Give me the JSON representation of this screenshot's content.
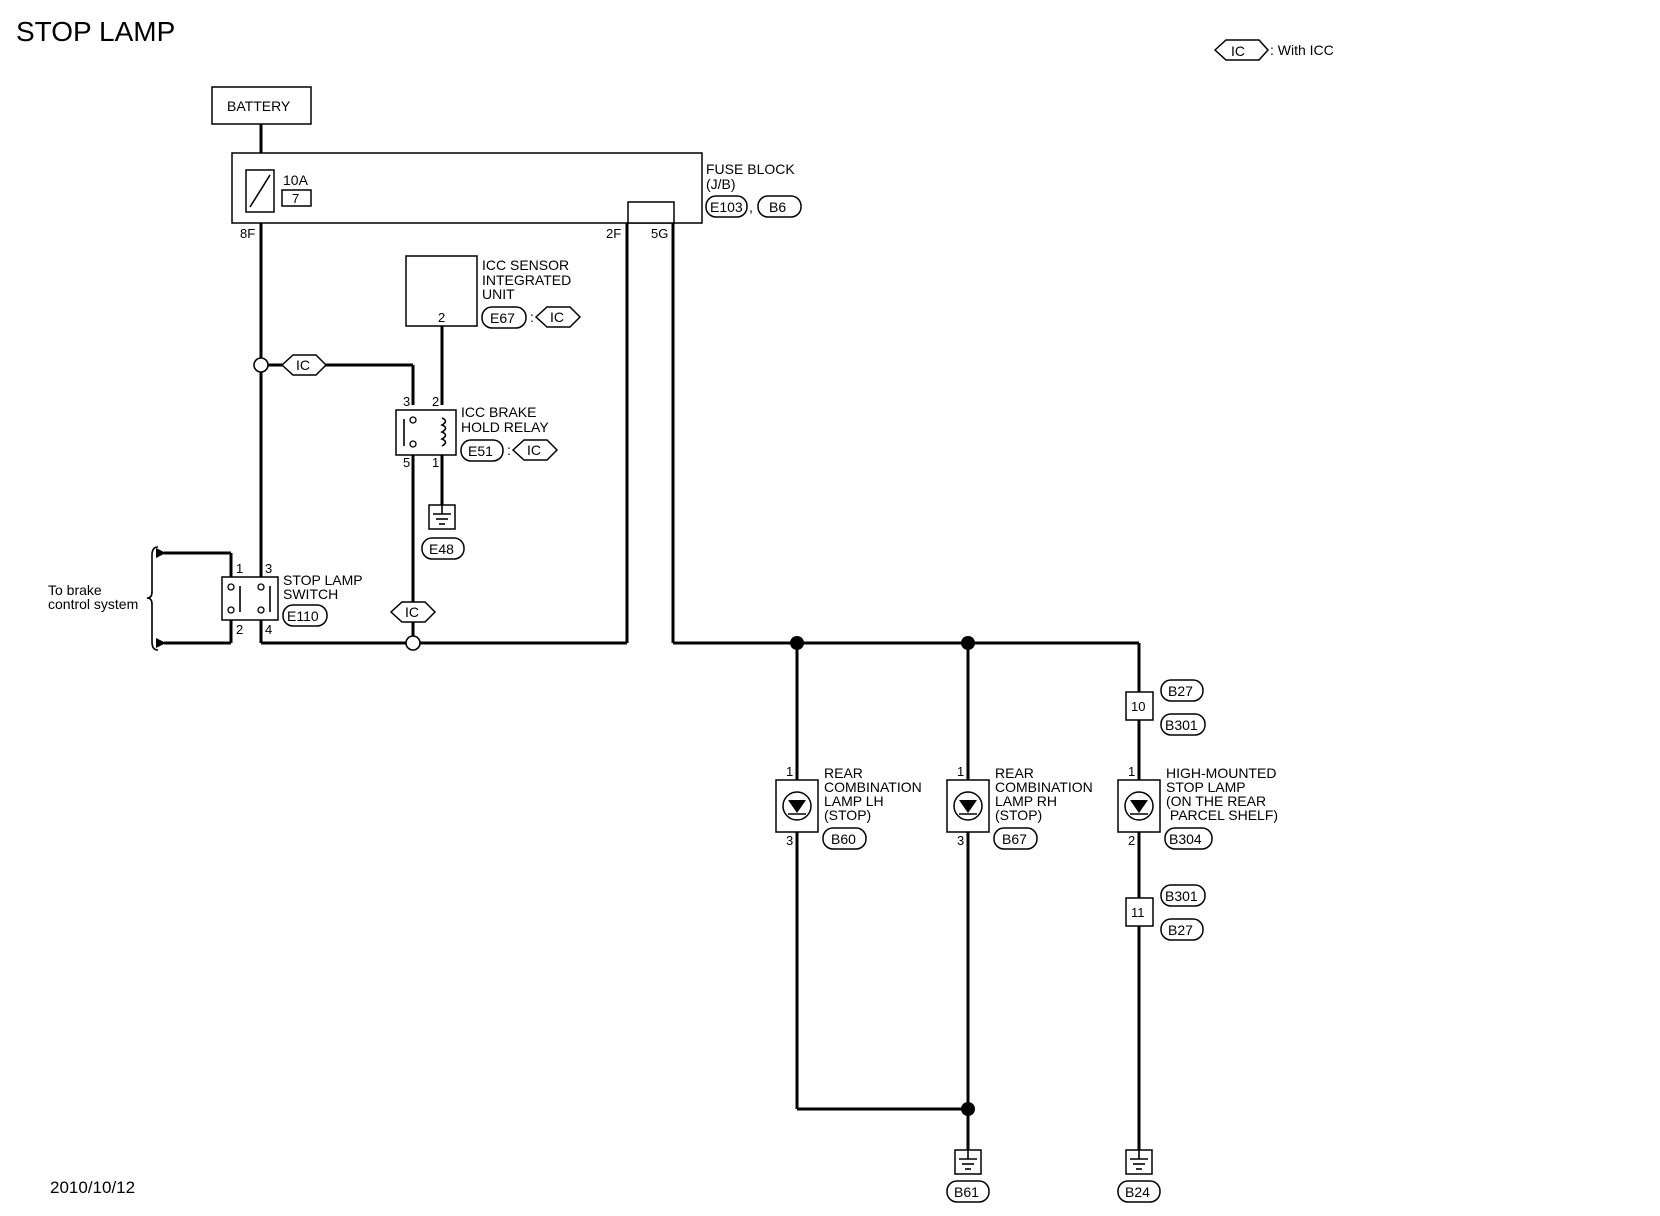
{
  "title": "STOP LAMP",
  "date": "2010/10/12",
  "legend": {
    "code": "IC",
    "text": ": With ICC"
  },
  "battery": {
    "label": "BATTERY"
  },
  "fuse_block": {
    "line1": "FUSE BLOCK",
    "line2": "(J/B)",
    "conn1": "E103",
    "sep": ",",
    "conn2": "B6",
    "fuse_rating": "10A",
    "fuse_number": "7",
    "pin_8f": "8F",
    "pin_2f": "2F",
    "pin_5g": "5G"
  },
  "icc_sensor": {
    "line1": "ICC SENSOR",
    "line2": "INTEGRATED",
    "line3": "UNIT",
    "pin": "2",
    "conn": "E67",
    "colon": ":",
    "code": "IC"
  },
  "icc_relay": {
    "line1": "ICC BRAKE",
    "line2": "HOLD RELAY",
    "pin_tl": "3",
    "pin_tr": "2",
    "pin_bl": "5",
    "pin_br": "1",
    "conn": "E51",
    "colon": ":",
    "code": "IC"
  },
  "ground_e48": {
    "conn": "E48"
  },
  "splice_top": {
    "code": "IC"
  },
  "splice_bottom": {
    "code": "IC"
  },
  "stop_lamp_switch": {
    "line1": "STOP LAMP",
    "line2": "SWITCH",
    "conn": "E110",
    "pin1": "1",
    "pin2": "2",
    "pin3": "3",
    "pin4": "4"
  },
  "brake_note": {
    "line1": "To brake",
    "line2": "control system"
  },
  "lamp_lh": {
    "line1": "REAR",
    "line2": "COMBINATION",
    "line3": "LAMP LH",
    "line4": "(STOP)",
    "pin_top": "1",
    "pin_bottom": "3",
    "conn": "B60"
  },
  "lamp_rh": {
    "line1": "REAR",
    "line2": "COMBINATION",
    "line3": "LAMP RH",
    "line4": "(STOP)",
    "pin_top": "1",
    "pin_bottom": "3",
    "conn": "B67"
  },
  "lamp_high": {
    "line1": "HIGH-MOUNTED",
    "line2": "STOP LAMP",
    "line3": "(ON THE REAR",
    "line4": " PARCEL SHELF)",
    "pin_top": "1",
    "pin_bottom": "2",
    "conn": "B304"
  },
  "junction_upper": {
    "pin": "10",
    "conn_top": "B27",
    "conn_bottom": "B301"
  },
  "junction_lower": {
    "pin": "11",
    "conn_top": "B301",
    "conn_bottom": "B27"
  },
  "ground_b61": {
    "conn": "B61"
  },
  "ground_b24": {
    "conn": "B24"
  }
}
